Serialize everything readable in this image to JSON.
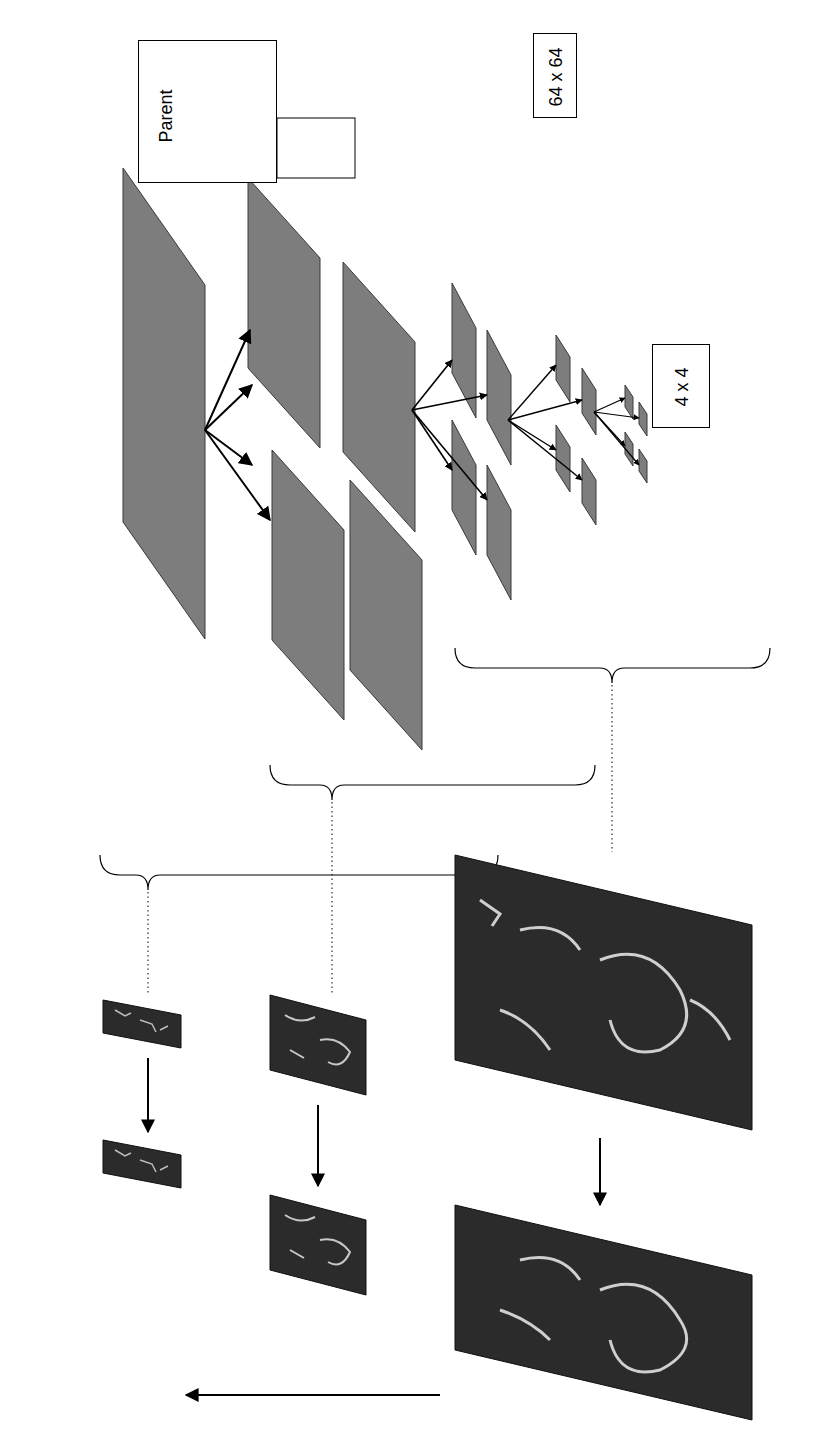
{
  "diagram": {
    "nodes": [
      {
        "text": [
          "64 x 64"
        ]
      },
      {
        "text": [
          "Parent"
        ]
      },
      {
        "text": [
          "4 x 4"
        ]
      }
    ]
  }
}
